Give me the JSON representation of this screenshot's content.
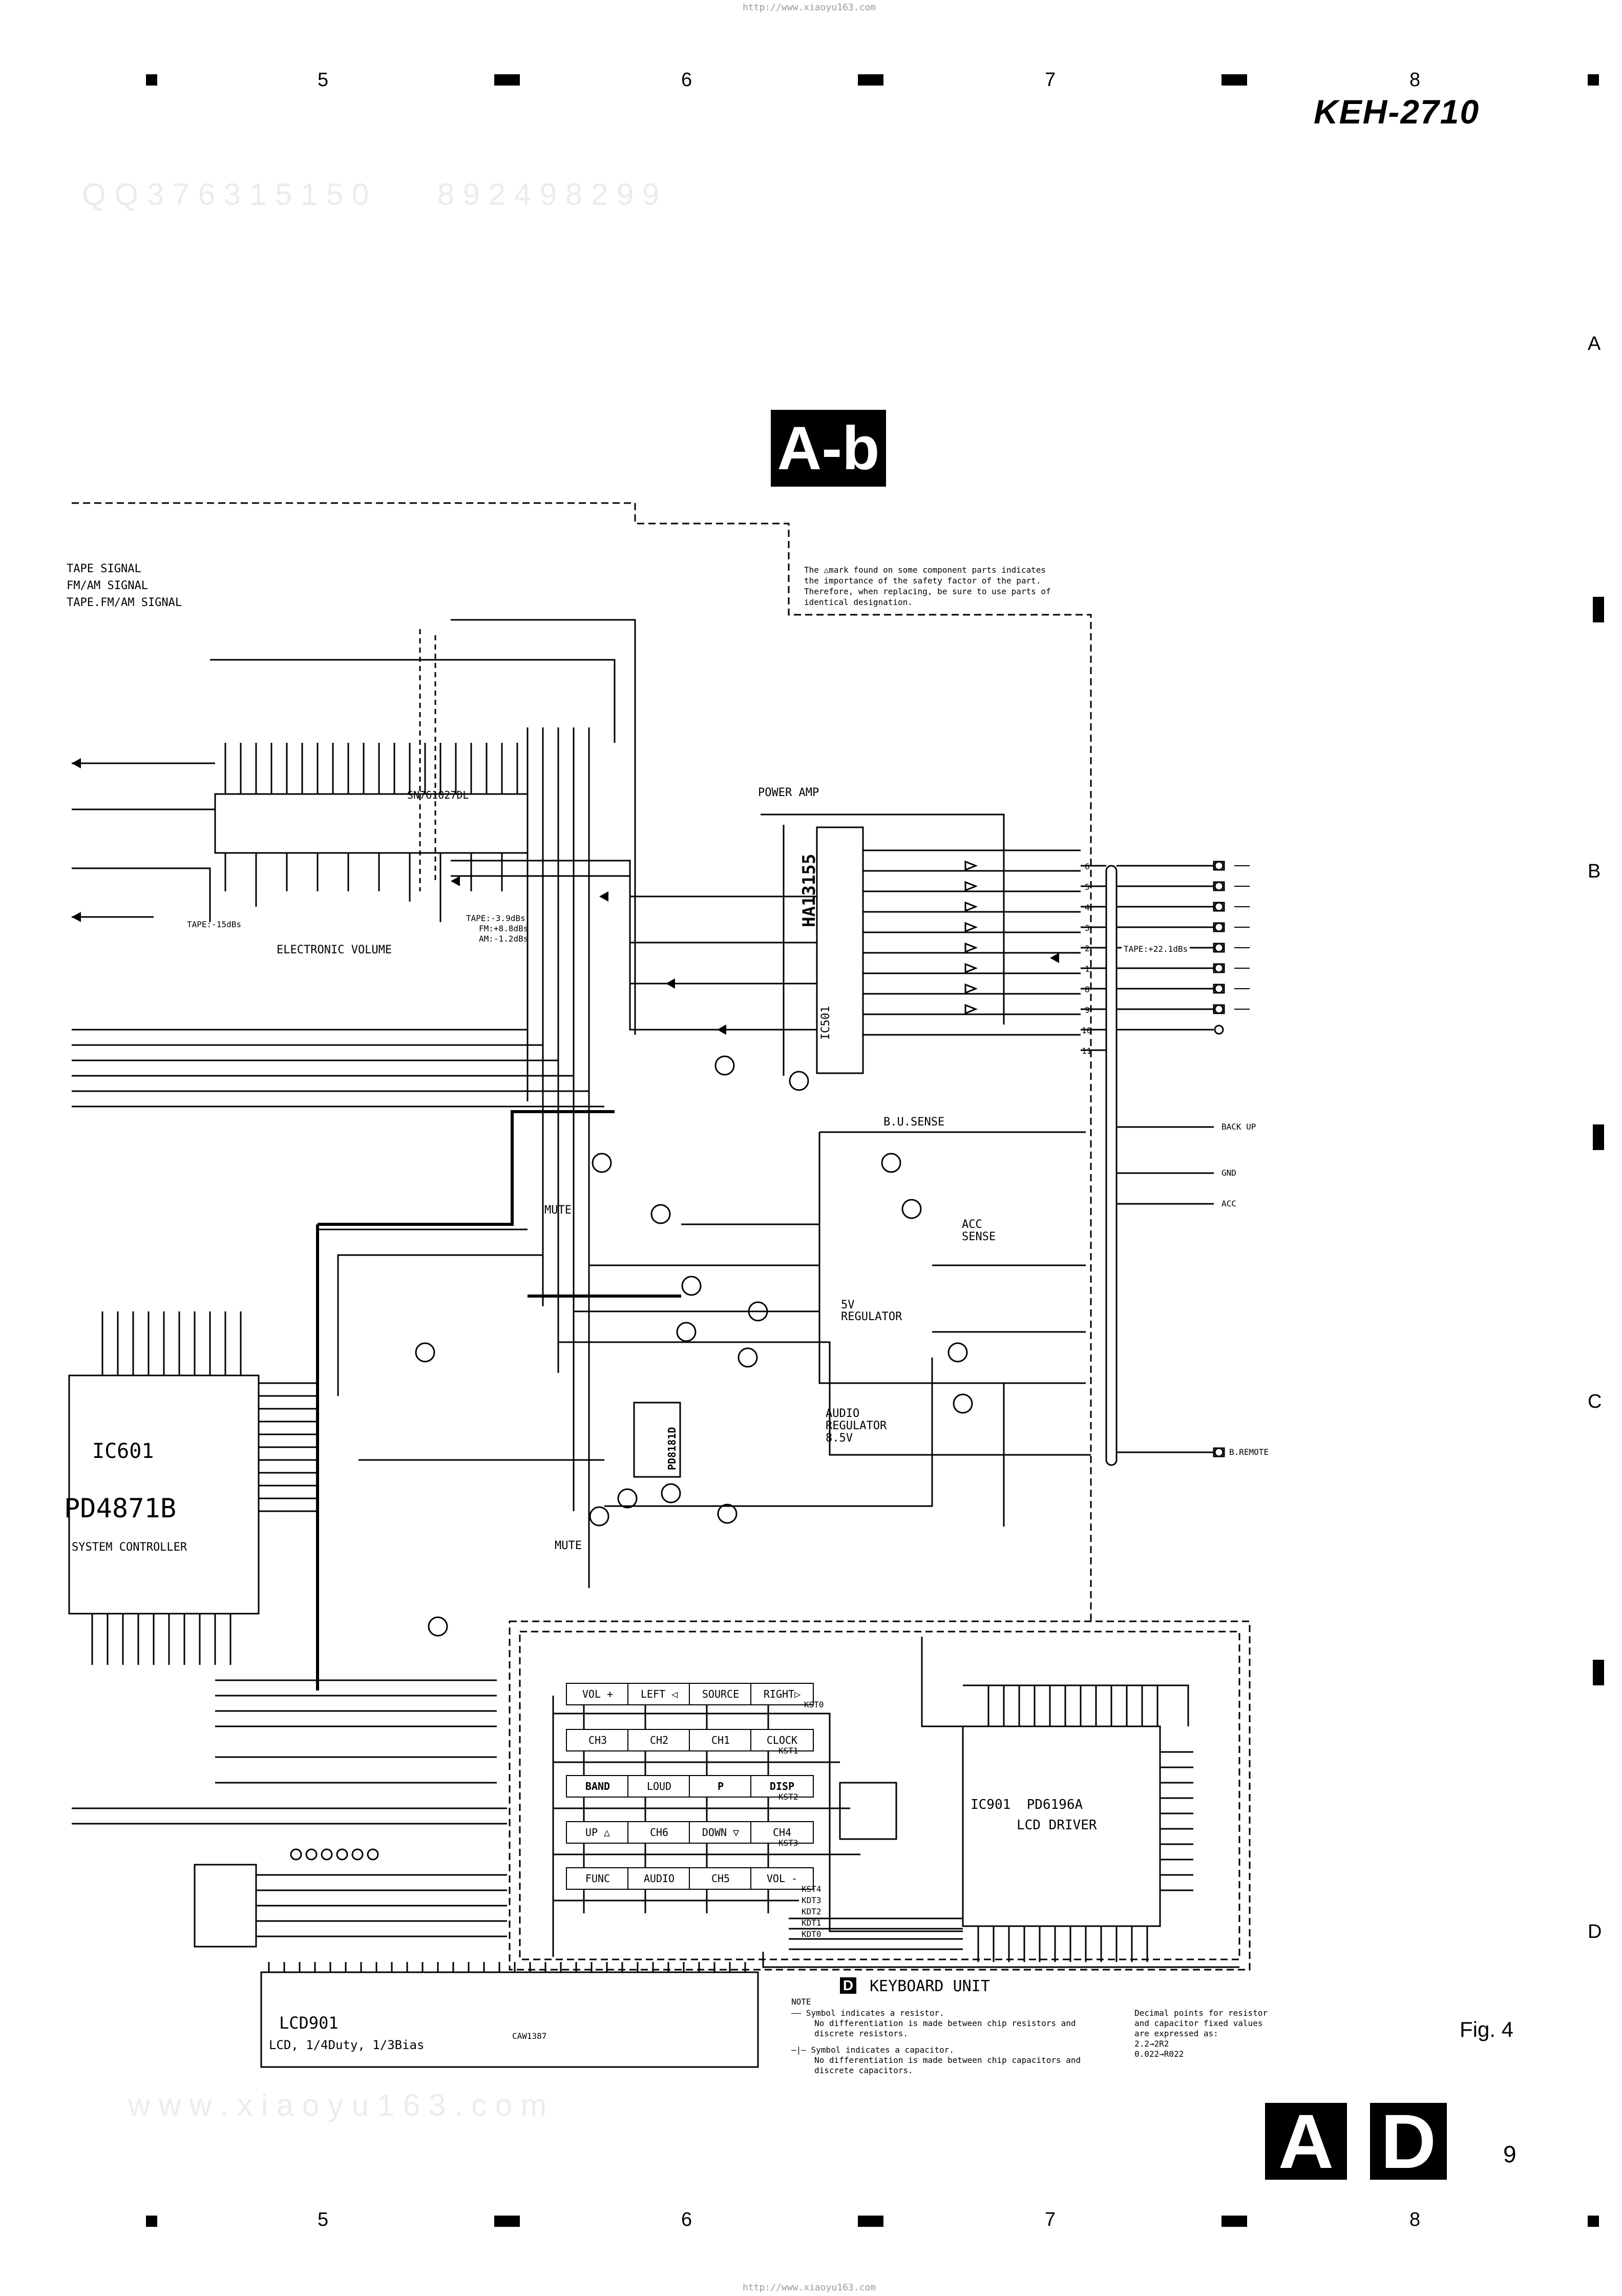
{
  "header": {
    "model": "KEH-2710",
    "top_url": "http://www.xiaoyu163.com",
    "bottom_url": "http://www.xiaoyu163.com",
    "columns": [
      "5",
      "6",
      "7",
      "8"
    ],
    "rows": [
      "A",
      "B",
      "C",
      "D"
    ],
    "watermark_top": "Q Q 3 7 6 3 1 5 1 5 0        8 9 2 4 9 8 2 9 9",
    "watermark_bottom": "w w w . x i a o y u 1 6 3 . c o m"
  },
  "section_badge": "A-b",
  "signal_legend": [
    "TAPE SIGNAL",
    "FM/AM SIGNAL",
    "TAPE.FM/AM SIGNAL"
  ],
  "safety_note": [
    "The △mark found on some component parts indicates",
    "the importance of the safety factor of the part.",
    "Therefore, when replacing, be sure to use parts of",
    "identical designation."
  ],
  "blocks": {
    "electronic_volume_ic": "SN761027DL",
    "electronic_volume": "ELECTRONIC VOLUME",
    "power_amp": "POWER AMP",
    "power_amp_ic": "HA13155",
    "power_amp_ref": "IC501",
    "tape_level_left": "TAPE:-15dBs",
    "tape_level_mid": [
      "TAPE:-3.9dBs",
      "FM:+8.8dBs",
      "AM:-1.2dBs"
    ],
    "tape_level_out": "TAPE:+22.1dBs",
    "mute1": "MUTE",
    "mute2": "MUTE",
    "bu_sense": "B.U.SENSE",
    "acc_sense": [
      "ACC",
      "SENSE"
    ],
    "reg_5v": [
      "5V",
      "REGULATOR"
    ],
    "audio_reg": [
      "AUDIO",
      "REGULATOR",
      "8.5V"
    ],
    "sys_ic": "IC601",
    "sys_ic_part": "PD4871B",
    "sys_ic_name": "SYSTEM CONTROLLER",
    "lcd_driver_ic": "IC901  PD6196A",
    "lcd_driver_name": "LCD DRIVER",
    "lcd": "LCD901",
    "lcd_spec": "LCD, 1/4Duty, 1/3Bias",
    "lcd_part": "CAW1387",
    "keyboard_unit_letter": "D",
    "keyboard_unit": "KEYBOARD UNIT",
    "mid_ic": "PD8181D",
    "pa_pins": [
      "6",
      "5",
      "4",
      "3",
      "2",
      "1",
      "8",
      "9",
      "10",
      "11"
    ],
    "right_connector_labels": [
      "BACK UP",
      "GND",
      "ACC",
      "B.REMOTE"
    ]
  },
  "keyboard": {
    "keys": [
      [
        "VOL +",
        "LEFT ◁",
        "SOURCE",
        "RIGHT▷"
      ],
      [
        "CH3",
        "CH2",
        "CH1",
        "CLOCK"
      ],
      [
        "BAND",
        "LOUD",
        "P",
        "DISP"
      ],
      [
        "UP △",
        "CH6",
        "DOWN ▽",
        "CH4"
      ],
      [
        "FUNC",
        "AUDIO",
        "CH5",
        "VOL -"
      ]
    ],
    "row_lines": [
      "KST0",
      "KST1",
      "KST2",
      "KST3",
      "KST4"
    ],
    "col_lines": [
      "KDT3",
      "KDT2",
      "KDT1",
      "KDT0"
    ]
  },
  "notes": {
    "title": "NOTE",
    "resistor": [
      "—— Symbol indicates a resistor.",
      "No differentiation is made between chip resistors and",
      "discrete resistors."
    ],
    "capacitor": [
      "—|— Symbol indicates a capacitor.",
      "No differentiation is made between chip capacitors and",
      "discrete capacitors."
    ],
    "decimal": [
      "Decimal points for resistor",
      "and capacitor fixed values",
      "are expressed as:",
      "2.2→2R2",
      "0.022→R022"
    ]
  },
  "figure": "Fig. 4",
  "unit_letters": [
    "A",
    "D"
  ],
  "page_number": "9"
}
